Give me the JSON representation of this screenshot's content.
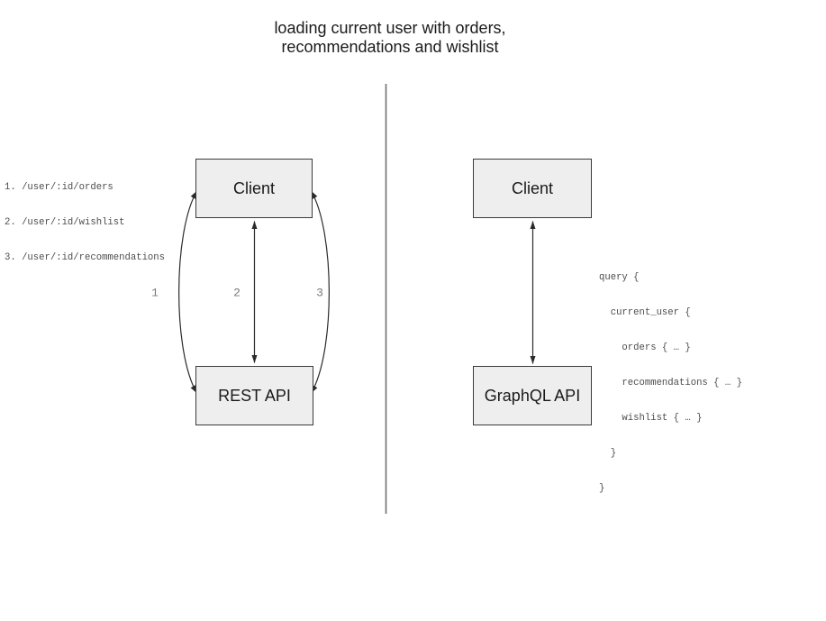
{
  "title": {
    "line1": "loading current user with orders,",
    "line2": "recommendations and wishlist"
  },
  "rest_panel": {
    "client_label": "Client",
    "api_label": "REST API",
    "endpoints": [
      "1. /user/:id/orders",
      "2. /user/:id/wishlist",
      "3. /user/:id/recommendations"
    ],
    "arrow_labels": [
      "1",
      "2",
      "3"
    ]
  },
  "graphql_panel": {
    "client_label": "Client",
    "api_label": "GraphQL API",
    "query_lines": [
      "query {",
      "  current_user {",
      "    orders { … }",
      "    recommendations { … }",
      "    wishlist { … }",
      "  }",
      "}"
    ]
  },
  "colors": {
    "box_fill": "#eeeeee",
    "box_border": "#3a3a3a",
    "label_text": "#1a1a1a",
    "mono_text": "#4d4d4d",
    "arrow": "#2b2b2b",
    "arrow_label": "#7a7a7a",
    "divider": "#6e6e6e"
  }
}
